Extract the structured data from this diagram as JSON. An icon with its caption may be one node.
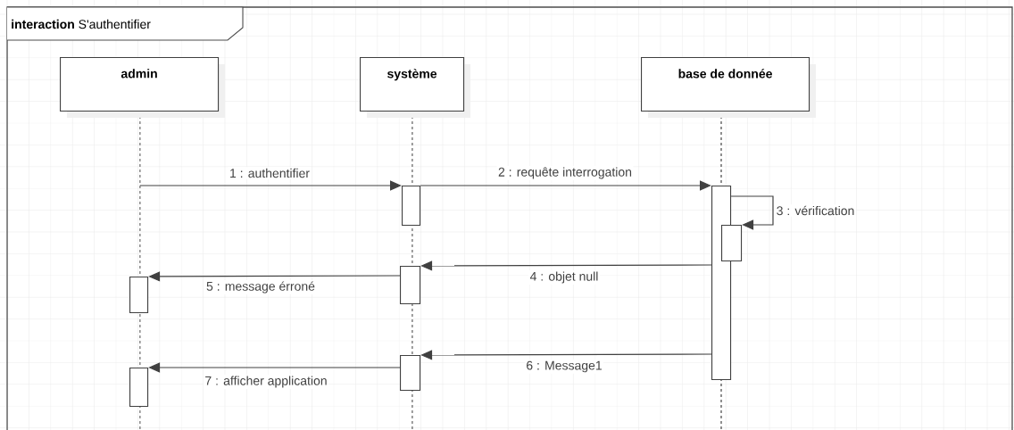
{
  "diagram": {
    "nodes": [
      {
        "text": [
          "**interaction** S'authentifier"
        ]
      },
      {
        "text": [
          "admin"
        ],
        "in": 0
      },
      {
        "text": [
          "système"
        ],
        "in": 0
      },
      {
        "text": [
          "base de donnée"
        ],
        "in": 0
      },
      {
        "text": [],
        "shape": "bar",
        "in": 0
      },
      {
        "text": [],
        "shape": "bar",
        "in": 0
      },
      {
        "text": [],
        "shape": "bar",
        "in": 0
      },
      {
        "text": [],
        "shape": "bar",
        "in": 0
      },
      {
        "text": [],
        "shape": "bar",
        "in": 0
      },
      {
        "text": [],
        "shape": "bar",
        "in": 0
      },
      {
        "text": [],
        "shape": "bar",
        "in": 0
      }
    ],
    "edges": [
      {
        "from": null,
        "to": 4,
        "arrow": "to",
        "label": "1 : authentifier"
      },
      {
        "from": 4,
        "to": 5,
        "arrow": "to",
        "label": "2 : requête interrogation"
      },
      {
        "from": 5,
        "to": 6,
        "arrow": "to",
        "label": "3 : vérification"
      },
      {
        "from": 5,
        "to": 8,
        "arrow": "to",
        "label": "4 : objet null"
      },
      {
        "from": 8,
        "to": 7,
        "arrow": "to",
        "label": "5 : message érroné"
      },
      {
        "from": 5,
        "to": 10,
        "arrow": "to",
        "label": "6 : Message1"
      },
      {
        "from": 10,
        "to": 9,
        "arrow": "to",
        "label": "7 : afficher application"
      }
    ]
  }
}
